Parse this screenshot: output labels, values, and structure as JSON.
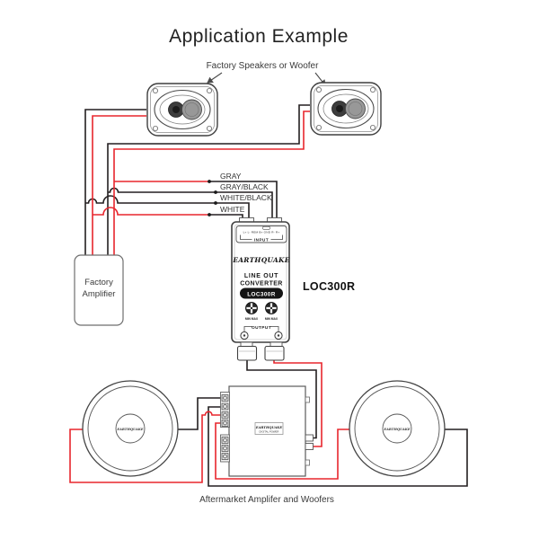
{
  "title": "Application Example",
  "top": {
    "speakers_label": "Factory Speakers or Woofer"
  },
  "wires": {
    "gray": "GRAY",
    "gray_black": "GRAY/BLACK",
    "white_black": "WHITE/BLACK",
    "white": "WHITE"
  },
  "factory_amp": {
    "line1": "Factory",
    "line2": "Amplifier"
  },
  "loc": {
    "terminal_row": "L+ L- REM B+ GND R- R+",
    "input_label": "INPUT",
    "brand": "EARTHQUAKE",
    "title_line1": "LINE OUT",
    "title_line2": "CONVERTER",
    "badge": "LOC300R",
    "knob_label": "MIN  MAX",
    "output_label": "OUTPUT",
    "side_label": "LOC300R"
  },
  "aftermarket_amp": {
    "brand": "EARTHQUAKE",
    "model": "DIGITAL POWER"
  },
  "woofers": {
    "brand": "EARTHQUAKE"
  },
  "caption": "Aftermarket Amplifer and Woofers",
  "colors": {
    "wire_black": "#231f20",
    "wire_red": "#e8262d",
    "outline": "#3f3f3f",
    "text": "#333333"
  }
}
